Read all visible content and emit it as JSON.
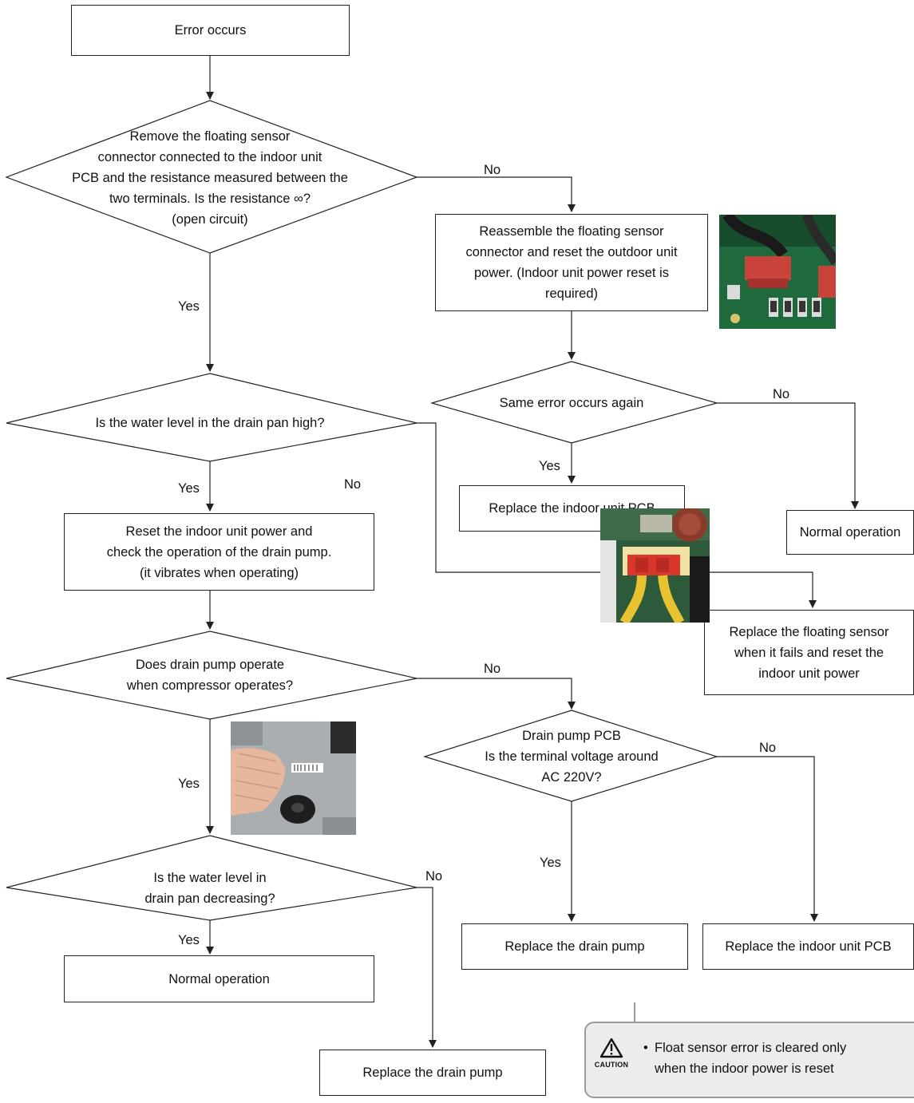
{
  "nodes": {
    "error_occurs": "Error occurs",
    "q_resistance": "Remove the floating sensor\nconnector connected to the indoor unit\nPCB and the resistance measured between the\ntwo terminals. Is the resistance ∞?\n(open circuit)",
    "reassemble": "Reassemble the floating sensor\nconnector and reset the outdoor unit\npower. (Indoor unit power reset is\nrequired)",
    "q_same_error": "Same error occurs again",
    "replace_pcb_1": "Replace the indoor unit PCB",
    "normal_1": "Normal operation",
    "q_water_high": "Is the water level in the drain pan high?",
    "reset_check": "Reset the indoor unit power and\ncheck the operation of the drain pump.\n(it vibrates when operating)",
    "replace_float": "Replace the floating sensor\nwhen it fails and reset the\nindoor unit power",
    "q_pump_operate": "Does drain pump operate\nwhen compressor operates?",
    "q_voltage": "Drain pump PCB\nIs the terminal voltage around\nAC 220V?",
    "q_water_decreasing": "Is the water level in\ndrain pan decreasing?",
    "replace_pump_1": "Replace the drain pump",
    "replace_pcb_2": "Replace the indoor unit PCB",
    "normal_2": "Normal operation",
    "replace_pump_2": "Replace the drain pump"
  },
  "labels": {
    "no_1": "No",
    "yes_1": "Yes",
    "no_2": "No",
    "yes_2": "Yes",
    "yes_3": "Yes",
    "no_3": "No",
    "no_4": "No",
    "yes_4": "Yes",
    "no_5": "No",
    "yes_5": "Yes",
    "no_6": "No",
    "yes_6": "Yes"
  },
  "caution": {
    "icon": "caution-triangle-icon",
    "icon_label": "CAUTION",
    "text": "Float sensor error is cleared only\nwhen the indoor power is reset"
  }
}
